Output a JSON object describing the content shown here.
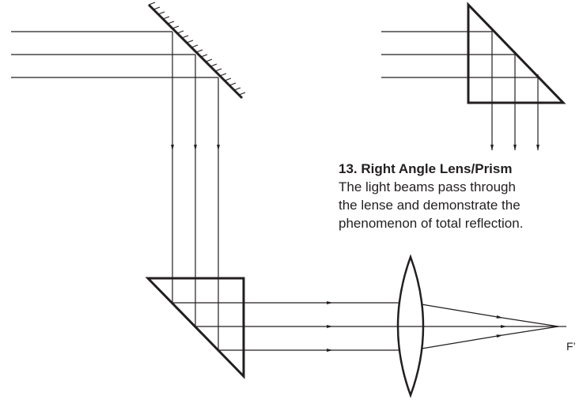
{
  "caption": {
    "title": "13. Right Angle Lens/Prism",
    "lines": [
      "The light beams pass through",
      "the lense and demonstrate the",
      "phenomenon of total reflection."
    ]
  },
  "focal_label": "F’",
  "colors": {
    "ink": "#231f20",
    "background": "#ffffff"
  }
}
